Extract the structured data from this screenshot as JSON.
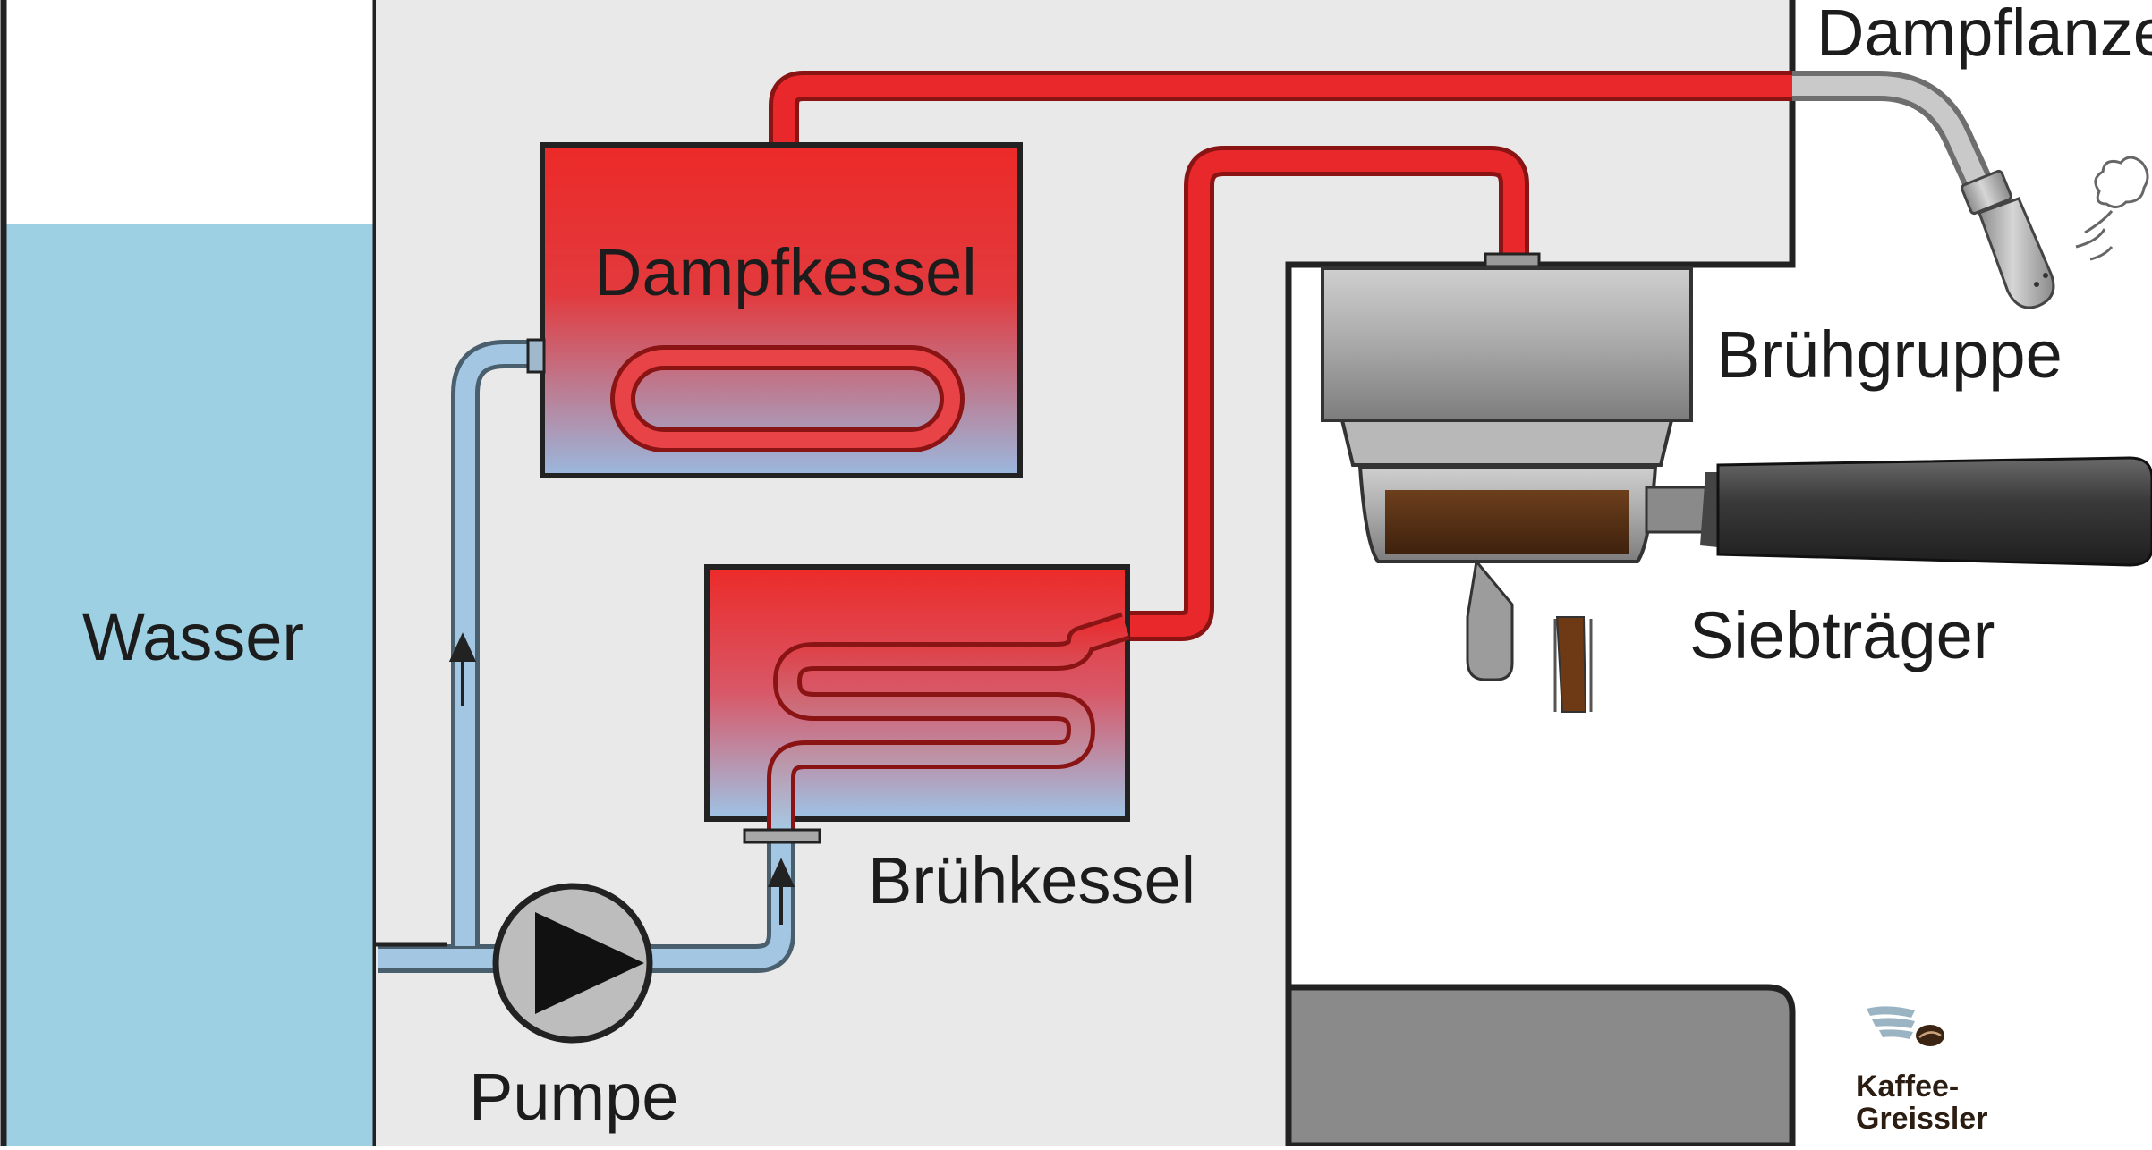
{
  "labels": {
    "water": "Wasser",
    "steam_boiler": "Dampfkessel",
    "brew_boiler": "Brühkessel",
    "pump": "Pumpe",
    "brew_group": "Brühgruppe",
    "portafilter": "Siebträger",
    "steam_wand": "Dampflanze"
  },
  "logo": {
    "line1": "Kaffee-",
    "line2": "Greissler"
  },
  "colors": {
    "water": "#9cd0e2",
    "hot": "#e8282a",
    "cold": "#a3c6e2",
    "housing": "#e9e9e9",
    "coffee": "#5a3216"
  }
}
